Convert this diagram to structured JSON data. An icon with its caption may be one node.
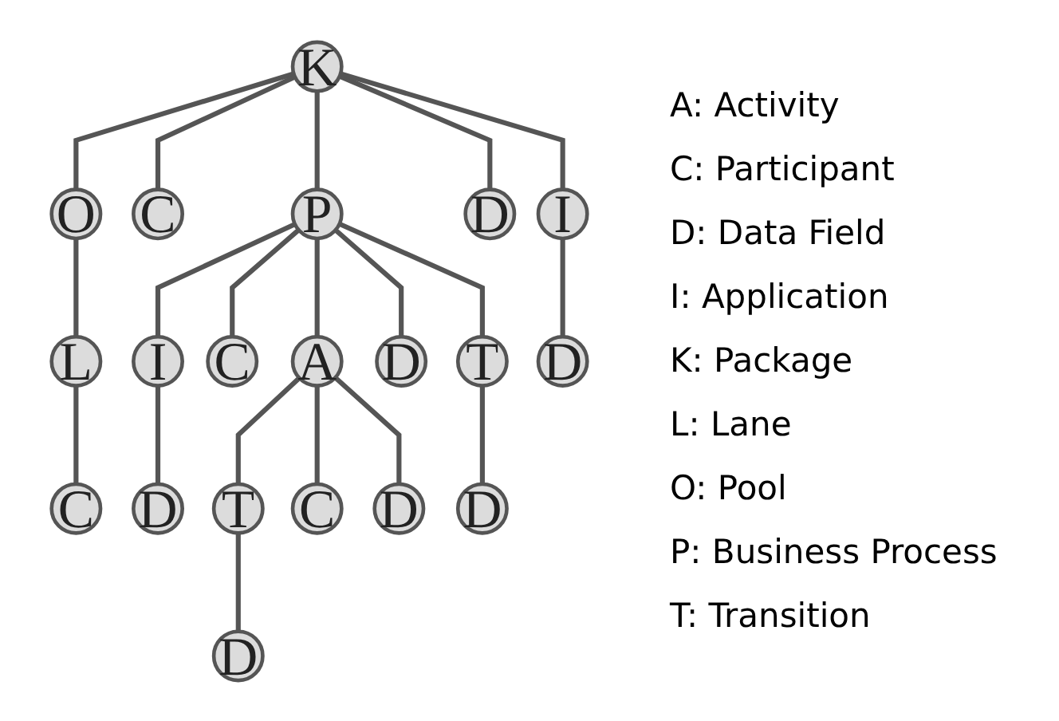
{
  "diagram": {
    "nodes": [
      {
        "text": [
          "K"
        ]
      },
      {
        "text": [
          "O"
        ]
      },
      {
        "text": [
          "C"
        ]
      },
      {
        "text": [
          "P"
        ]
      },
      {
        "text": [
          "D"
        ]
      },
      {
        "text": [
          "I"
        ]
      },
      {
        "text": [
          "L"
        ]
      },
      {
        "text": [
          "I"
        ]
      },
      {
        "text": [
          "C"
        ]
      },
      {
        "text": [
          "A"
        ]
      },
      {
        "text": [
          "D"
        ]
      },
      {
        "text": [
          "T"
        ]
      },
      {
        "text": [
          "D"
        ]
      },
      {
        "text": [
          "C"
        ]
      },
      {
        "text": [
          "D"
        ]
      },
      {
        "text": [
          "T"
        ]
      },
      {
        "text": [
          "C"
        ]
      },
      {
        "text": [
          "D"
        ]
      },
      {
        "text": [
          "D"
        ]
      },
      {
        "text": [
          "D"
        ]
      }
    ],
    "edges": [
      {
        "from": 0,
        "to": 1,
        "arrow": "none"
      },
      {
        "from": 0,
        "to": 2,
        "arrow": "none"
      },
      {
        "from": 0,
        "to": 3,
        "arrow": "none"
      },
      {
        "from": 0,
        "to": 4,
        "arrow": "none"
      },
      {
        "from": 0,
        "to": 5,
        "arrow": "none"
      },
      {
        "from": 1,
        "to": 6,
        "arrow": "none"
      },
      {
        "from": 3,
        "to": 7,
        "arrow": "none"
      },
      {
        "from": 3,
        "to": 8,
        "arrow": "none"
      },
      {
        "from": 3,
        "to": 9,
        "arrow": "none"
      },
      {
        "from": 3,
        "to": 10,
        "arrow": "none"
      },
      {
        "from": 3,
        "to": 11,
        "arrow": "none"
      },
      {
        "from": 5,
        "to": 12,
        "arrow": "none"
      },
      {
        "from": 6,
        "to": 13,
        "arrow": "none"
      },
      {
        "from": 7,
        "to": 14,
        "arrow": "none"
      },
      {
        "from": 9,
        "to": 15,
        "arrow": "none"
      },
      {
        "from": 9,
        "to": 16,
        "arrow": "none"
      },
      {
        "from": 9,
        "to": 17,
        "arrow": "none"
      },
      {
        "from": 11,
        "to": 18,
        "arrow": "none"
      },
      {
        "from": 15,
        "to": 19,
        "arrow": "none"
      }
    ],
    "labels": [
      "A: Activity",
      "C: Participant",
      "D: Data Field",
      "I: Application",
      "K: Package",
      "L: Lane",
      "O: Pool",
      "P: Business Process",
      "T: Transition"
    ]
  }
}
